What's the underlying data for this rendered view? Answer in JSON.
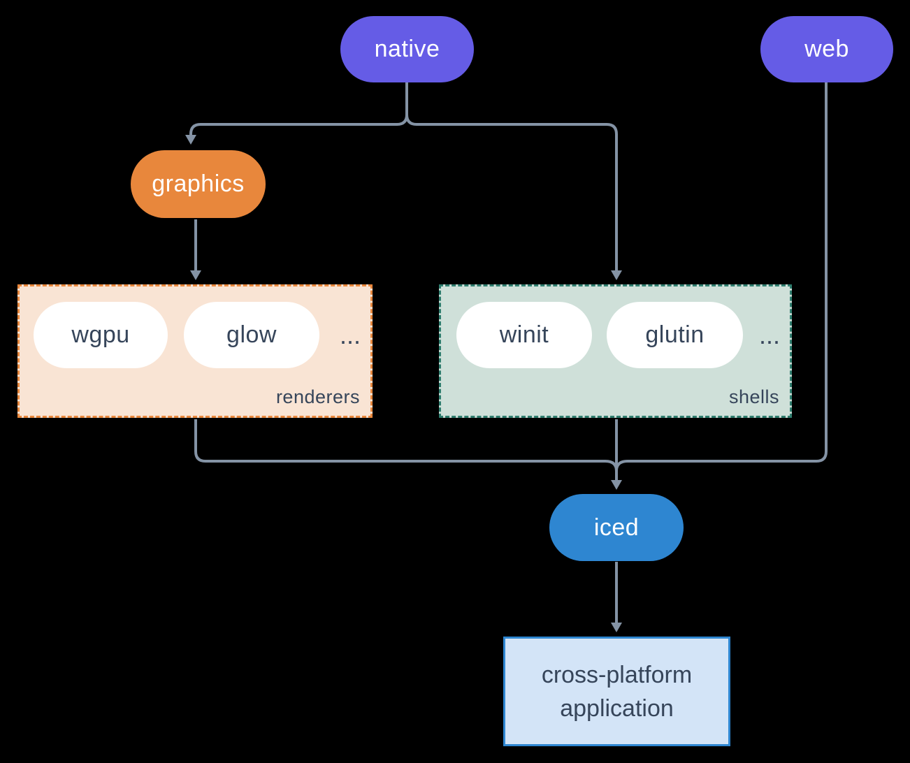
{
  "diagram": {
    "nodes": {
      "native": "native",
      "web": "web",
      "graphics": "graphics",
      "iced": "iced"
    },
    "groups": {
      "renderers": {
        "label": "renderers",
        "items": [
          "wgpu",
          "glow"
        ],
        "ellipsis": "..."
      },
      "shells": {
        "label": "shells",
        "items": [
          "winit",
          "glutin"
        ],
        "ellipsis": "..."
      }
    },
    "application": {
      "line1": "cross-platform",
      "line2": "application"
    },
    "colors": {
      "node_purple": "#655ce6",
      "node_orange": "#e8873c",
      "node_blue": "#2e86d1",
      "renderers_fill": "#f9e4d4",
      "renderers_border": "#e8873c",
      "shells_fill": "#cfe0d9",
      "shells_border": "#2f7d6e",
      "application_fill": "#d3e4f7",
      "application_border": "#2e86d1",
      "dark_text": "#36455a",
      "white_text": "#ffffff",
      "connector": "#8493a5",
      "background": "#000000"
    }
  }
}
